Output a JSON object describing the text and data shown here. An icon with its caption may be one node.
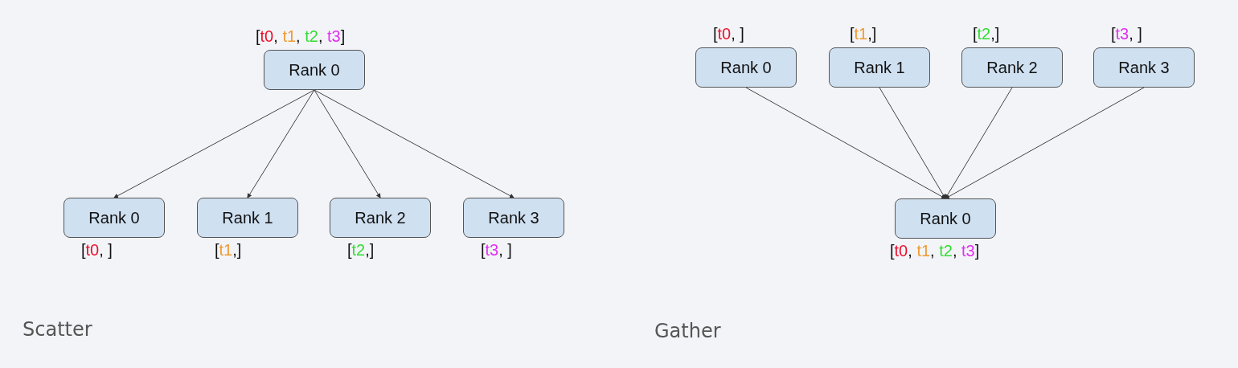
{
  "diagram": {
    "nodes": [
      {
        "text": [
          "Rank 0"
        ],
        "beside": [
          "[t0, t1, t2, t3]"
        ]
      },
      {
        "text": [
          "Rank 0"
        ],
        "beside": [
          "[t0, ]"
        ]
      },
      {
        "text": [
          "Rank 1"
        ],
        "beside": [
          "[t1,]"
        ]
      },
      {
        "text": [
          "Rank 2"
        ],
        "beside": [
          "[t2,]"
        ]
      },
      {
        "text": [
          "Rank 3"
        ],
        "beside": [
          "[t3, ]"
        ]
      },
      {
        "text": [
          "Rank 0"
        ],
        "beside": [
          "[t0, ]"
        ]
      },
      {
        "text": [
          "Rank 1"
        ],
        "beside": [
          "[t1,]"
        ]
      },
      {
        "text": [
          "Rank 2"
        ],
        "beside": [
          "[t2,]"
        ]
      },
      {
        "text": [
          "Rank 3"
        ],
        "beside": [
          "[t3, ]"
        ]
      },
      {
        "text": [
          "Rank 0"
        ],
        "beside": [
          "[t0, t1, t2, t3]"
        ]
      }
    ],
    "edges": [
      {
        "from": 0,
        "to": 1,
        "arrow": "to"
      },
      {
        "from": 0,
        "to": 2,
        "arrow": "to"
      },
      {
        "from": 0,
        "to": 3,
        "arrow": "to"
      },
      {
        "from": 0,
        "to": 4,
        "arrow": "to"
      },
      {
        "from": 5,
        "to": 9,
        "arrow": "to"
      },
      {
        "from": 6,
        "to": 9,
        "arrow": "to"
      },
      {
        "from": 7,
        "to": 9,
        "arrow": "to"
      },
      {
        "from": 8,
        "to": 9,
        "arrow": "to"
      }
    ],
    "labels": [
      "Scatter",
      "Gather"
    ]
  }
}
